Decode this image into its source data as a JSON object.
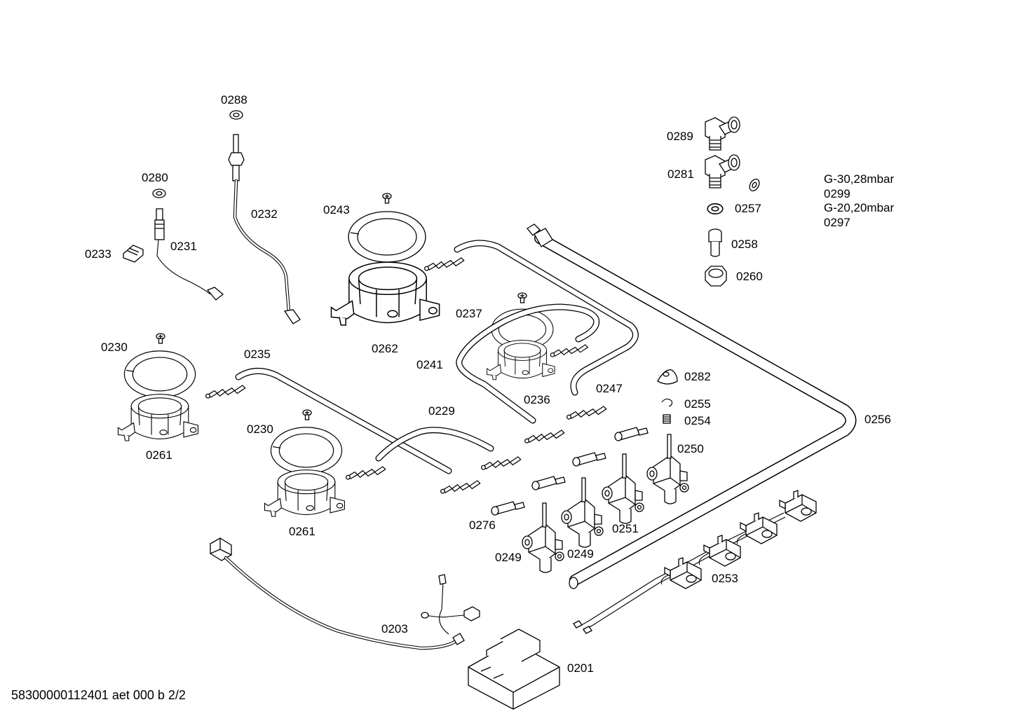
{
  "labels": {
    "p0288": "0288",
    "p0280": "0280",
    "p0232": "0232",
    "p0231": "0231",
    "p0233": "0233",
    "p0243": "0243",
    "p0262": "0262",
    "p0237": "0237",
    "p0241": "0241",
    "p0236": "0236",
    "p0247": "0247",
    "p0230a": "0230",
    "p0235": "0235",
    "p0261a": "0261",
    "p0230b": "0230",
    "p0229": "0229",
    "p0261b": "0261",
    "p0289": "0289",
    "p0281": "0281",
    "p0257": "0257",
    "p0258": "0258",
    "p0260": "0260",
    "p0282": "0282",
    "p0255": "0255",
    "p0254": "0254",
    "p0256": "0256",
    "p0250": "0250",
    "p0251": "0251",
    "p0276": "0276",
    "p0249a": "0249",
    "p0249b": "0249",
    "p0253": "0253",
    "p0203": "0203",
    "p0201": "0201"
  },
  "gas_notes": {
    "g30": "G-30,28mbar",
    "g30_part": "0299",
    "g20": "G-20,20mbar",
    "g20_part": "0297"
  },
  "footer": {
    "doc_ref": "58300000112401 aet 000 b 2/2"
  }
}
